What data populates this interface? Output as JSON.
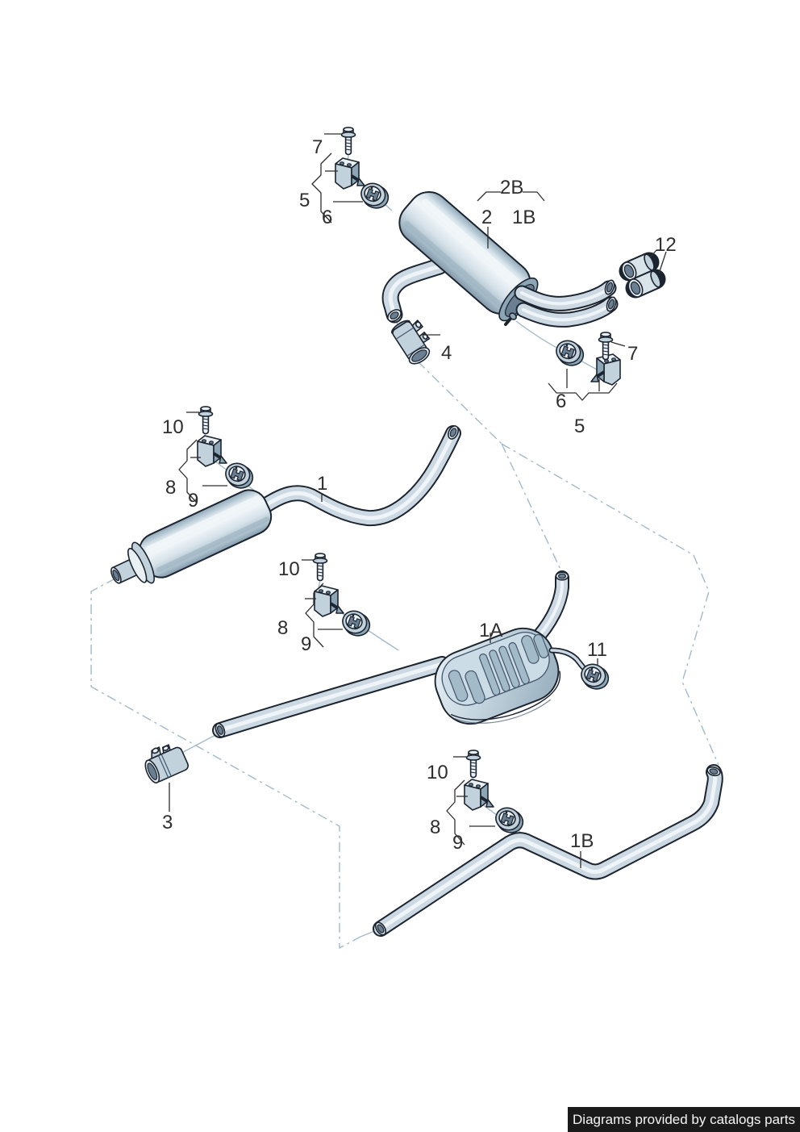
{
  "title": "Exhaust system parts diagram",
  "labels": [
    {
      "id": "seven-top",
      "text": "7"
    },
    {
      "id": "five-top",
      "text": "5"
    },
    {
      "id": "six-top",
      "text": "6"
    },
    {
      "id": "two-b",
      "text": "2B"
    },
    {
      "id": "two",
      "text": "2"
    },
    {
      "id": "one-b-top",
      "text": "1B"
    },
    {
      "id": "twelve",
      "text": "12"
    },
    {
      "id": "four",
      "text": "4"
    },
    {
      "id": "seven-right",
      "text": "7"
    },
    {
      "id": "six-right",
      "text": "6"
    },
    {
      "id": "five-right",
      "text": "5"
    },
    {
      "id": "ten-left",
      "text": "10"
    },
    {
      "id": "eight-left",
      "text": "8"
    },
    {
      "id": "nine-left",
      "text": "9"
    },
    {
      "id": "one",
      "text": "1"
    },
    {
      "id": "ten-mid",
      "text": "10"
    },
    {
      "id": "eight-mid",
      "text": "8"
    },
    {
      "id": "nine-mid",
      "text": "9"
    },
    {
      "id": "one-a",
      "text": "1A"
    },
    {
      "id": "eleven",
      "text": "11"
    },
    {
      "id": "three",
      "text": "3"
    },
    {
      "id": "ten-bottom",
      "text": "10"
    },
    {
      "id": "eight-bottom",
      "text": "8"
    },
    {
      "id": "nine-bottom",
      "text": "9"
    },
    {
      "id": "one-b-bottom",
      "text": "1B"
    }
  ],
  "footer": {
    "text": "Diagrams provided by catalogs parts"
  },
  "colors": {
    "background": "#ffffff",
    "outline": "#1c2430",
    "metal_light": "#e9f0f4",
    "metal_mid": "#c2d2dc",
    "metal_dark": "#8da6b6",
    "construction_line": "#a3bac9",
    "label_text": "#2e2e2e",
    "footer_bg": "#1a1a1a",
    "footer_text": "#f5f5f5"
  }
}
